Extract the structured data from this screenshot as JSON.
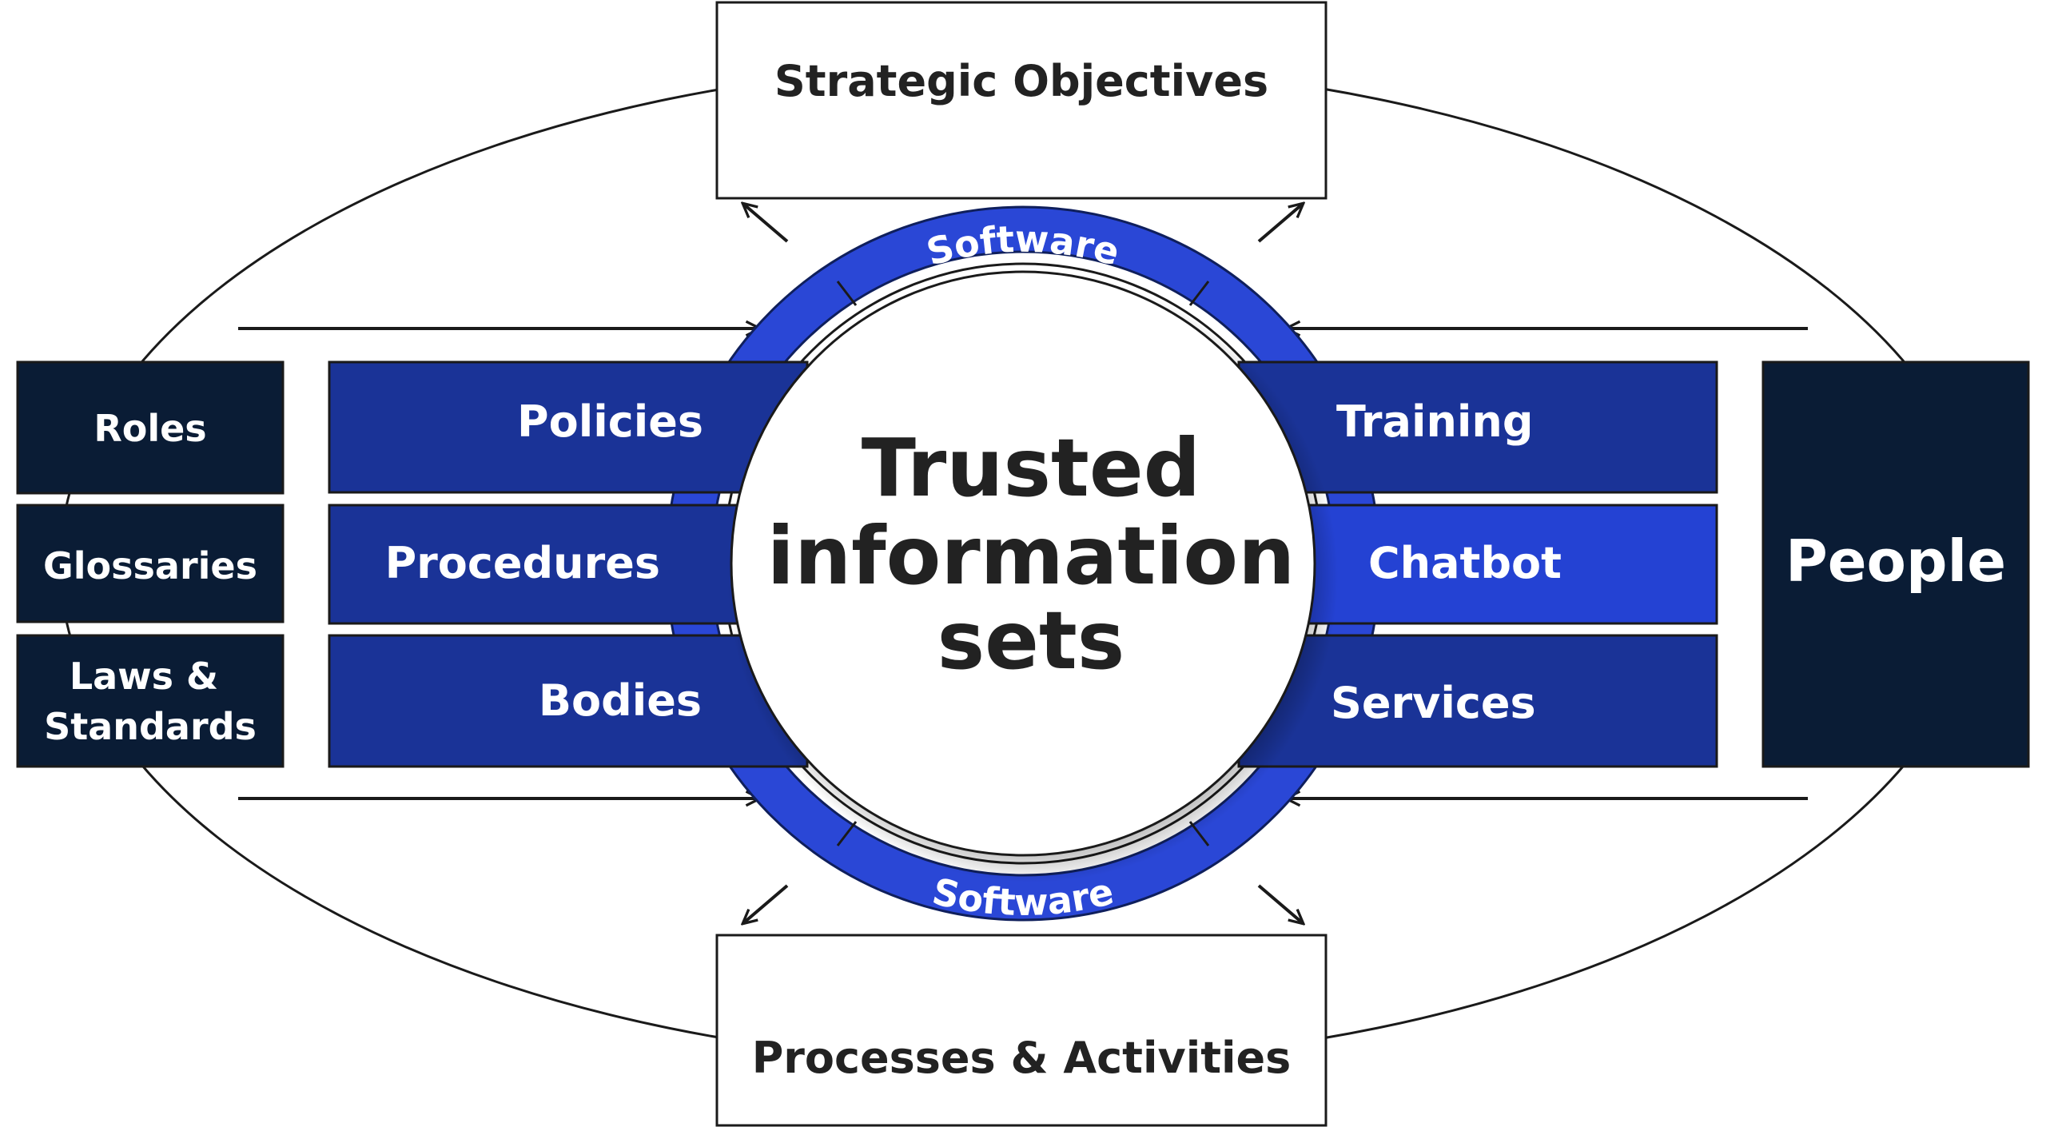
{
  "colors": {
    "navy": "#0a1c35",
    "band_blue": "#1a3397",
    "band_blue_light": "#2442d3",
    "ring_blue": "#2a47d6",
    "outline": "#1a1a1a",
    "text_dark": "#222222",
    "text_light": "#ffffff"
  },
  "top_box": {
    "label": "Strategic Objectives"
  },
  "bottom_box": {
    "label": "Processes & Activities"
  },
  "ring": {
    "top_label": "Software",
    "bottom_label": "Software"
  },
  "center": {
    "line1": "Trusted",
    "line2": "information",
    "line3": "sets"
  },
  "left_side": {
    "roles": "Roles",
    "glossaries": "Glossaries",
    "laws_line1": "Laws &",
    "laws_line2": "Standards"
  },
  "left_bands": {
    "policies": "Policies",
    "procedures": "Procedures",
    "bodies": "Bodies"
  },
  "right_bands": {
    "training": "Training",
    "chatbot": "Chatbot",
    "services": "Services"
  },
  "right_side": {
    "people": "People"
  }
}
